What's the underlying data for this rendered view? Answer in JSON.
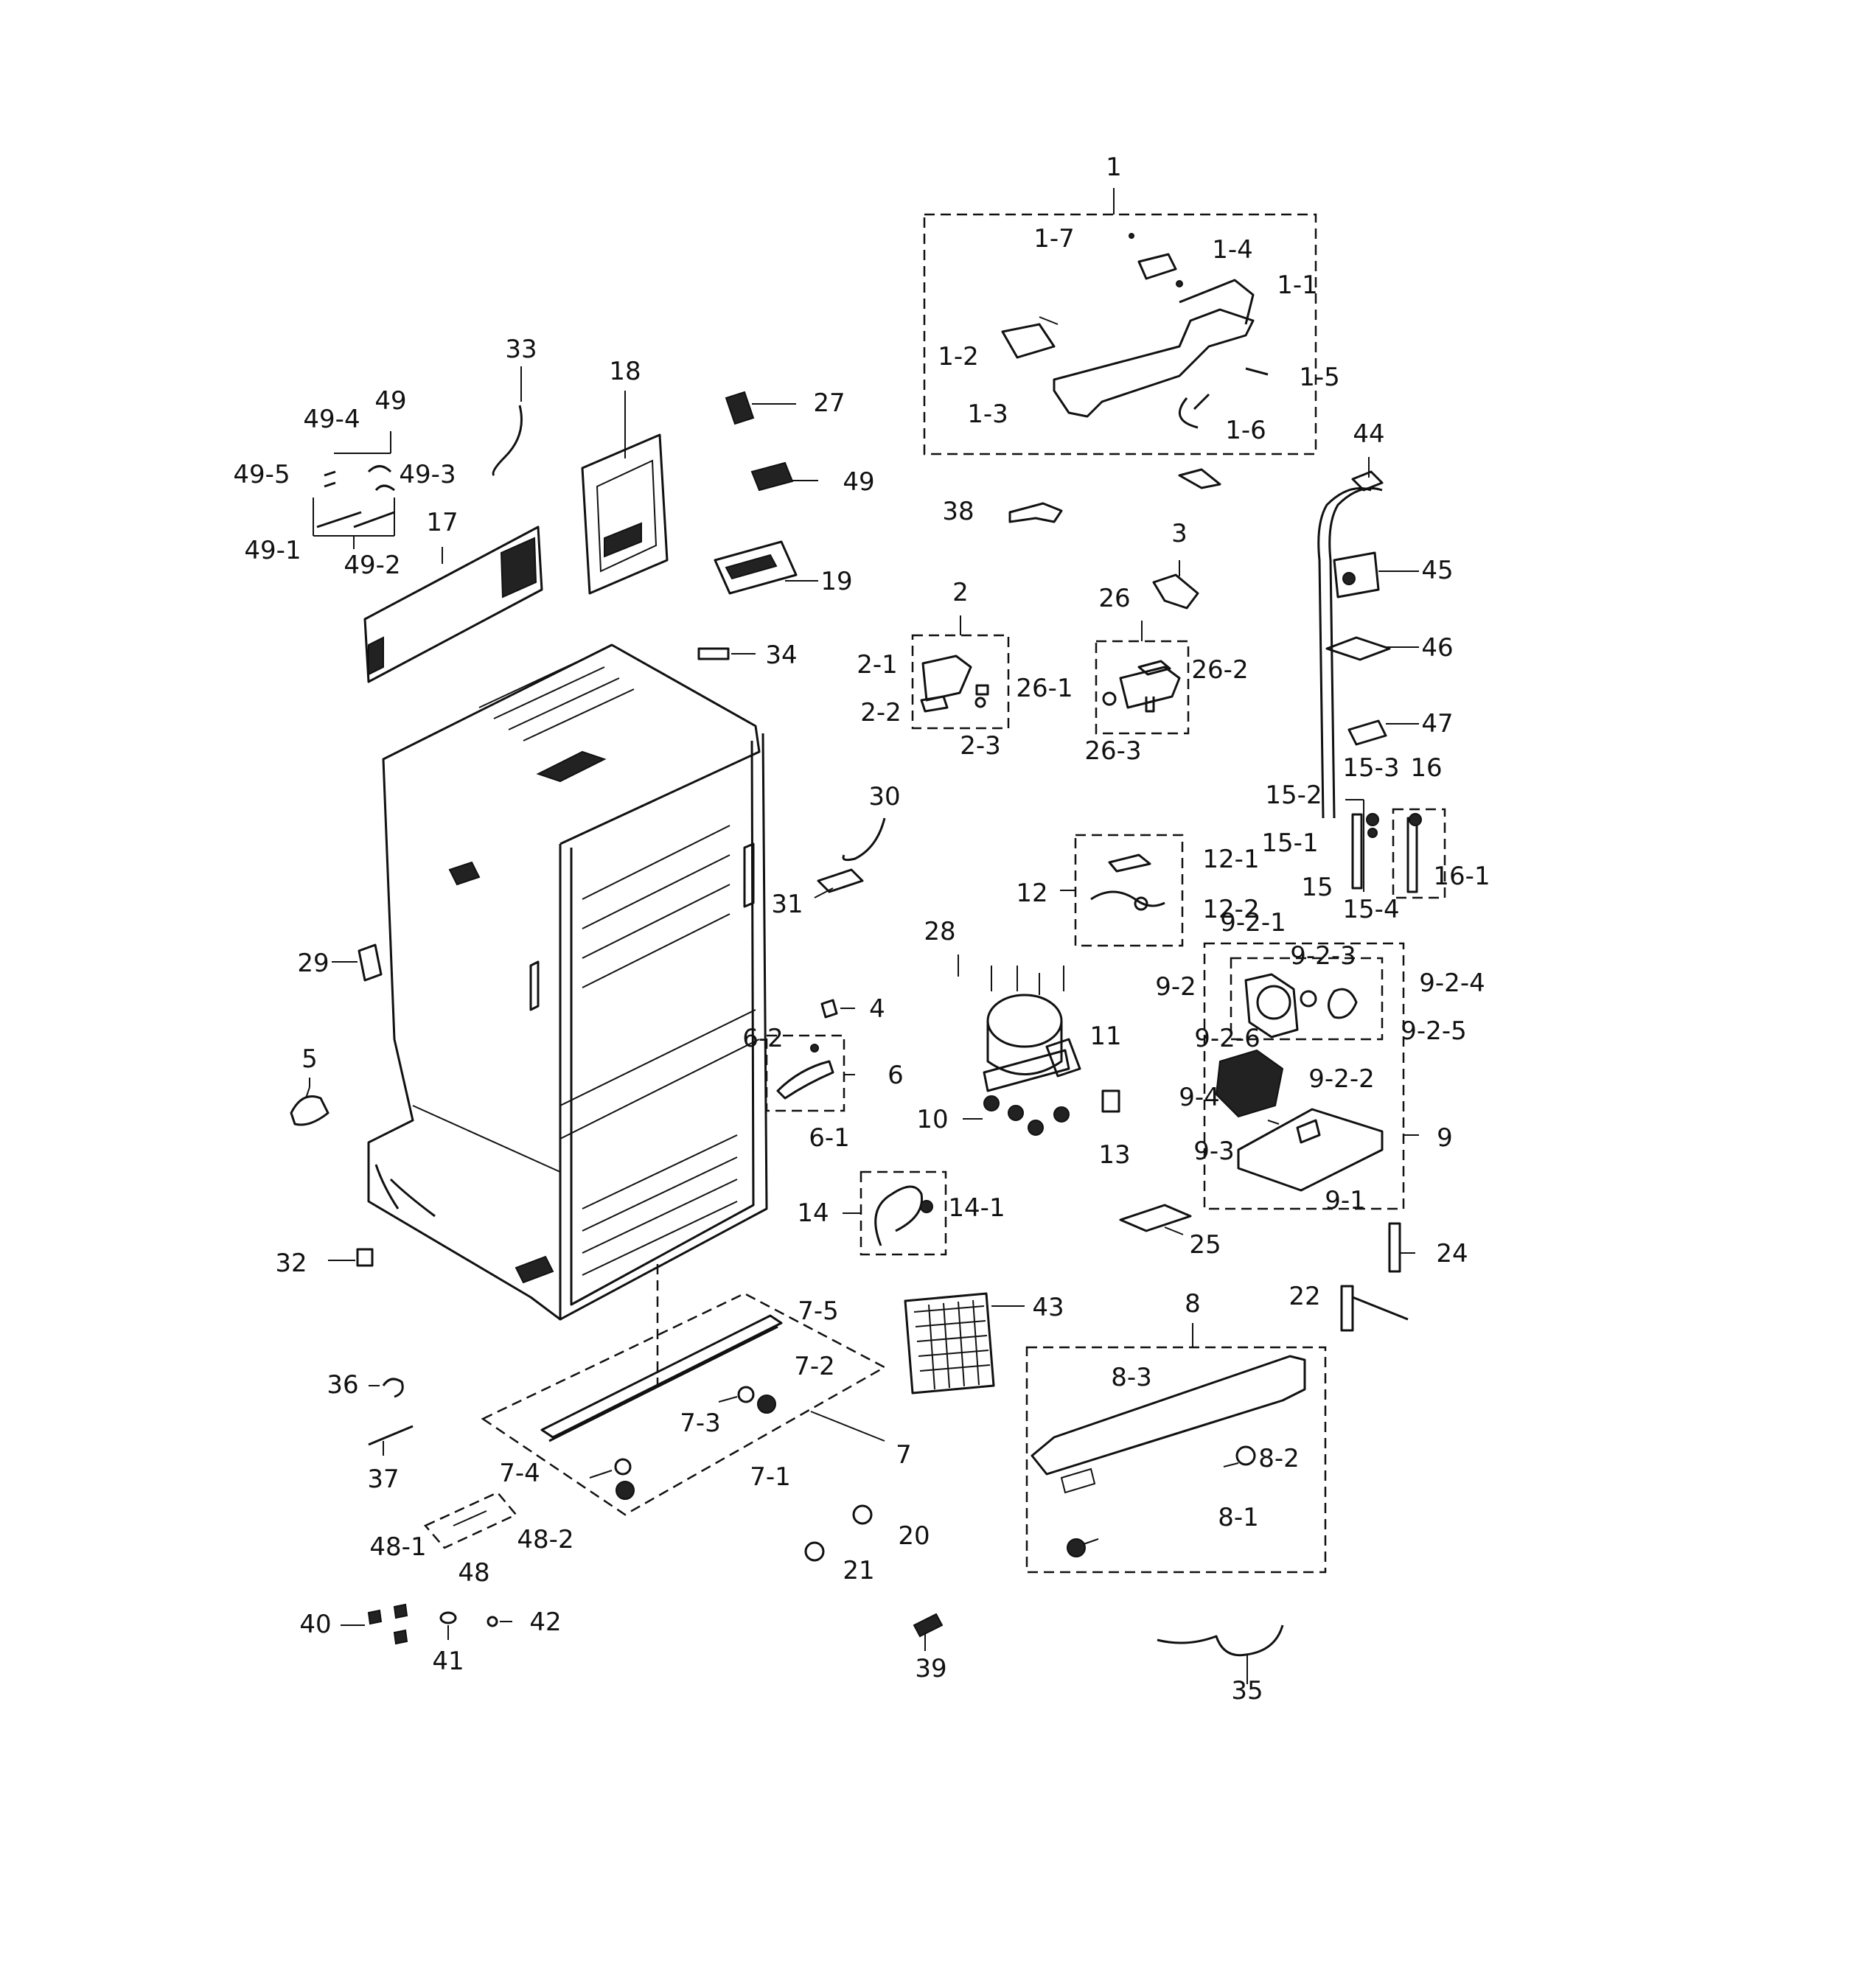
{
  "diagram": {
    "labels": [
      "1",
      "1-1",
      "1-2",
      "1-3",
      "1-4",
      "1-5",
      "1-6",
      "1-7",
      "2",
      "2-1",
      "2-2",
      "2-3",
      "3",
      "4",
      "5",
      "6",
      "6-1",
      "6-2",
      "7",
      "7-1",
      "7-2",
      "7-3",
      "7-4",
      "7-5",
      "8",
      "8-1",
      "8-2",
      "8-3",
      "9",
      "9-1",
      "9-2",
      "9-2-1",
      "9-2-2",
      "9-2-3",
      "9-2-4",
      "9-2-5",
      "9-2-6",
      "9-3",
      "9-4",
      "10",
      "11",
      "12",
      "12-1",
      "12-2",
      "13",
      "14",
      "14-1",
      "15",
      "15-1",
      "15-2",
      "15-3",
      "15-4",
      "16",
      "16-1",
      "17",
      "18",
      "19",
      "20",
      "21",
      "22",
      "24",
      "25",
      "26",
      "26-1",
      "26-2",
      "26-3",
      "27",
      "28",
      "29",
      "30",
      "31",
      "32",
      "33",
      "34",
      "35",
      "36",
      "37",
      "38",
      "39",
      "40",
      "41",
      "42",
      "43",
      "44",
      "45",
      "46",
      "47",
      "48",
      "48-1",
      "48-2",
      "49",
      "49",
      "49-1",
      "49-2",
      "49-3",
      "49-4",
      "49-5"
    ]
  }
}
